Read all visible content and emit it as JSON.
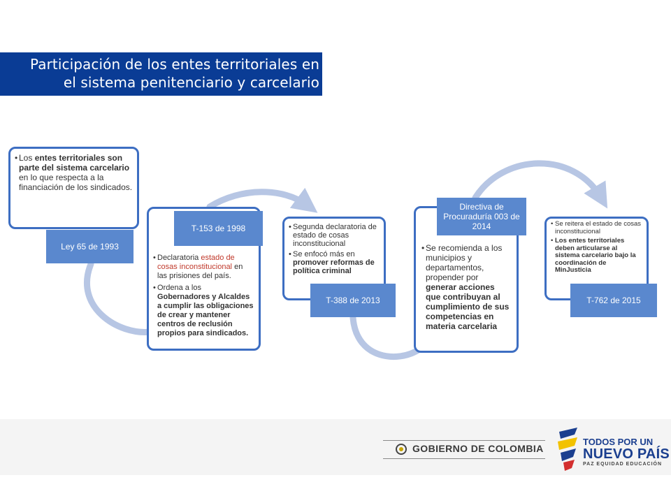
{
  "title": {
    "line1": "Participación de los entes territoriales en",
    "line2": "el sistema penitenciario y carcelario"
  },
  "stages": [
    {
      "tag": "Ley 65 de 1993",
      "bullets": [
        {
          "pre": "Los ",
          "bold": "entes territoriales son parte del sistema carcelario",
          "post": " en lo que respecta a la financiación de los sindicados."
        }
      ]
    },
    {
      "tag": "T-153 de 1998",
      "bullets": [
        {
          "pre": "Declaratoria ",
          "red": "estado de cosas inconstitucional",
          "post": " en las prisiones del país."
        },
        {
          "pre": "Ordena a los ",
          "bold": "Gobernadores y Alcaldes a cumplir las obligaciones de crear y mantener centros de reclusión propios para sindicados.",
          "post": ""
        }
      ]
    },
    {
      "tag": "T-388 de 2013",
      "bullets": [
        {
          "pre": "Segunda declaratoria de estado de cosas inconstitucional",
          "post": ""
        },
        {
          "pre": "Se enfocó más en ",
          "bold": "promover reformas de política criminal",
          "post": ""
        }
      ]
    },
    {
      "tag": "Directiva de Procuraduría 003 de 2014",
      "bullets": [
        {
          "pre": "Se recomienda a los municipios y departamentos, propender por ",
          "bold": "generar acciones que contribuyan al cumplimiento de sus competencias en materia carcelaria",
          "post": ""
        }
      ]
    },
    {
      "tag": "T-762 de 2015",
      "bullets": [
        {
          "pre": "Se reitera el estado de cosas inconstitucional",
          "post": ""
        },
        {
          "pre": "",
          "bold": "Los entes territoriales deben articularse al sistema carcelario bajo la coordinación de MinJusticia",
          "post": ""
        }
      ]
    }
  ],
  "footer": {
    "gov": "GOBIERNO DE COLOMBIA",
    "logo_line1": "TODOS POR UN",
    "logo_line2": "NUEVO PAÍS",
    "logo_line3": "PAZ  EQUIDAD  EDUCACIÓN"
  },
  "colors": {
    "title_bg": "#0a3c95",
    "card_border": "#3d6ec2",
    "tag_bg": "#5a88ce",
    "arc": "#b7c6e4"
  }
}
